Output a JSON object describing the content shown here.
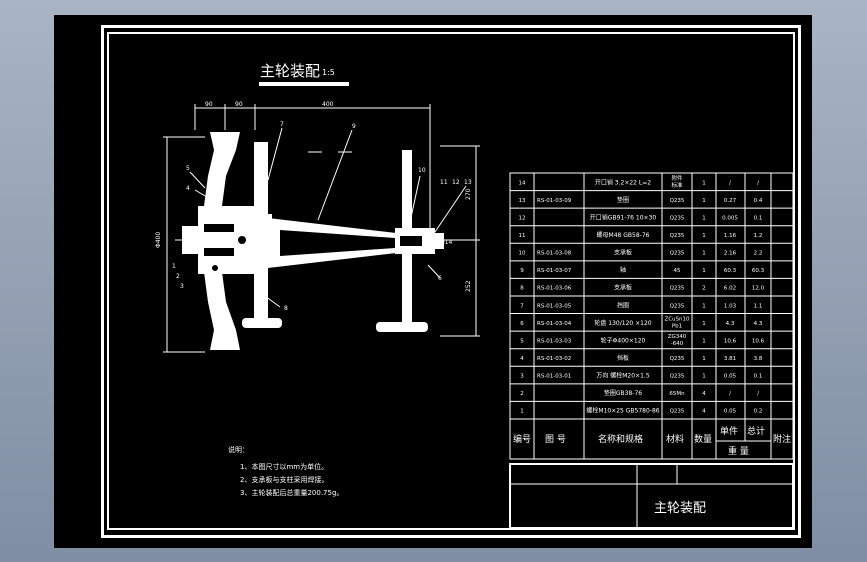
{
  "drawing": {
    "title": "主轮装配",
    "scale": "1:5"
  },
  "dimensions": {
    "top": [
      "90",
      "90",
      "400"
    ],
    "left_vertical": "Φ400",
    "right_upper": "270",
    "right_lower": "252",
    "hub_bore": "Φ14"
  },
  "balloons": [
    "1",
    "2",
    "3",
    "4",
    "5",
    "6",
    "7",
    "8",
    "9",
    "10",
    "11",
    "12",
    "13"
  ],
  "notes": {
    "heading": "说明：",
    "items": [
      "1、本图尺寸以mm为单位。",
      "2、支承板与支柱采用焊接。",
      "3、主轮装配后总重量200.75g。"
    ]
  },
  "bom": {
    "headers": {
      "no": "编号",
      "drawing": "图  号",
      "name": "名称和规格",
      "material": "材料",
      "qty": "数量",
      "unit": "单件",
      "total": "总计",
      "weight": "重  量",
      "remark": "附注"
    },
    "rows": [
      {
        "no": "14",
        "drawing": "",
        "name": "开口销 3.2×22 L=2",
        "material": "附件\n标准",
        "qty": "1",
        "unit": "/",
        "total": "/"
      },
      {
        "no": "13",
        "drawing": "RS-01-03-09",
        "name": "垫圈",
        "material": "Q235",
        "qty": "1",
        "unit": "0.27",
        "total": "0.4"
      },
      {
        "no": "12",
        "drawing": "",
        "name": "开口销GB91-76 10×30",
        "material": "Q235",
        "qty": "1",
        "unit": "0.005",
        "total": "0.1"
      },
      {
        "no": "11",
        "drawing": "",
        "name": "螺母M48 GB58-76",
        "material": "Q235",
        "qty": "1",
        "unit": "1.16",
        "total": "1.2"
      },
      {
        "no": "10",
        "drawing": "RS-01-03-08",
        "name": "支承板",
        "material": "Q235",
        "qty": "1",
        "unit": "2.16",
        "total": "2.2"
      },
      {
        "no": "9",
        "drawing": "RS-01-03-07",
        "name": "轴",
        "material": "45",
        "qty": "1",
        "unit": "60.3",
        "total": "60.3"
      },
      {
        "no": "8",
        "drawing": "RS-01-03-06",
        "name": "支承板",
        "material": "Q235",
        "qty": "2",
        "unit": "6.02",
        "total": "12.0"
      },
      {
        "no": "7",
        "drawing": "RS-01-03-05",
        "name": "挡圈",
        "material": "Q235",
        "qty": "1",
        "unit": "1.03",
        "total": "1.1"
      },
      {
        "no": "6",
        "drawing": "RS-01-03-04",
        "name": "轮盘 130/120 ×120",
        "material": "ZCuSn10\nPb1",
        "qty": "1",
        "unit": "4.3",
        "total": "4.3"
      },
      {
        "no": "5",
        "drawing": "RS-01-03-03",
        "name": "轮子Φ400×120",
        "material": "ZG340\n-640",
        "qty": "1",
        "unit": "10.6",
        "total": "10.6"
      },
      {
        "no": "4",
        "drawing": "RS-01-03-02",
        "name": "挡板",
        "material": "Q235",
        "qty": "1",
        "unit": "3.81",
        "total": "3.8"
      },
      {
        "no": "3",
        "drawing": "RS-01-03-01",
        "name": "万向 螺栓M20×1.5",
        "material": "Q235",
        "qty": "1",
        "unit": "0.05",
        "total": "0.1"
      },
      {
        "no": "2",
        "drawing": "",
        "name": "垫圈GB38-76",
        "material": "65Mn",
        "qty": "4",
        "unit": "/",
        "total": "/"
      },
      {
        "no": "1",
        "drawing": "",
        "name": "螺栓M10×25 GB5780-86",
        "material": "Q235",
        "qty": "4",
        "unit": "0.05",
        "total": "0.2"
      }
    ]
  },
  "title_block": {
    "name": "主轮装配"
  },
  "colors": {
    "background": "#000000",
    "lines": "#ffffff",
    "window": "#8e9bb0"
  }
}
